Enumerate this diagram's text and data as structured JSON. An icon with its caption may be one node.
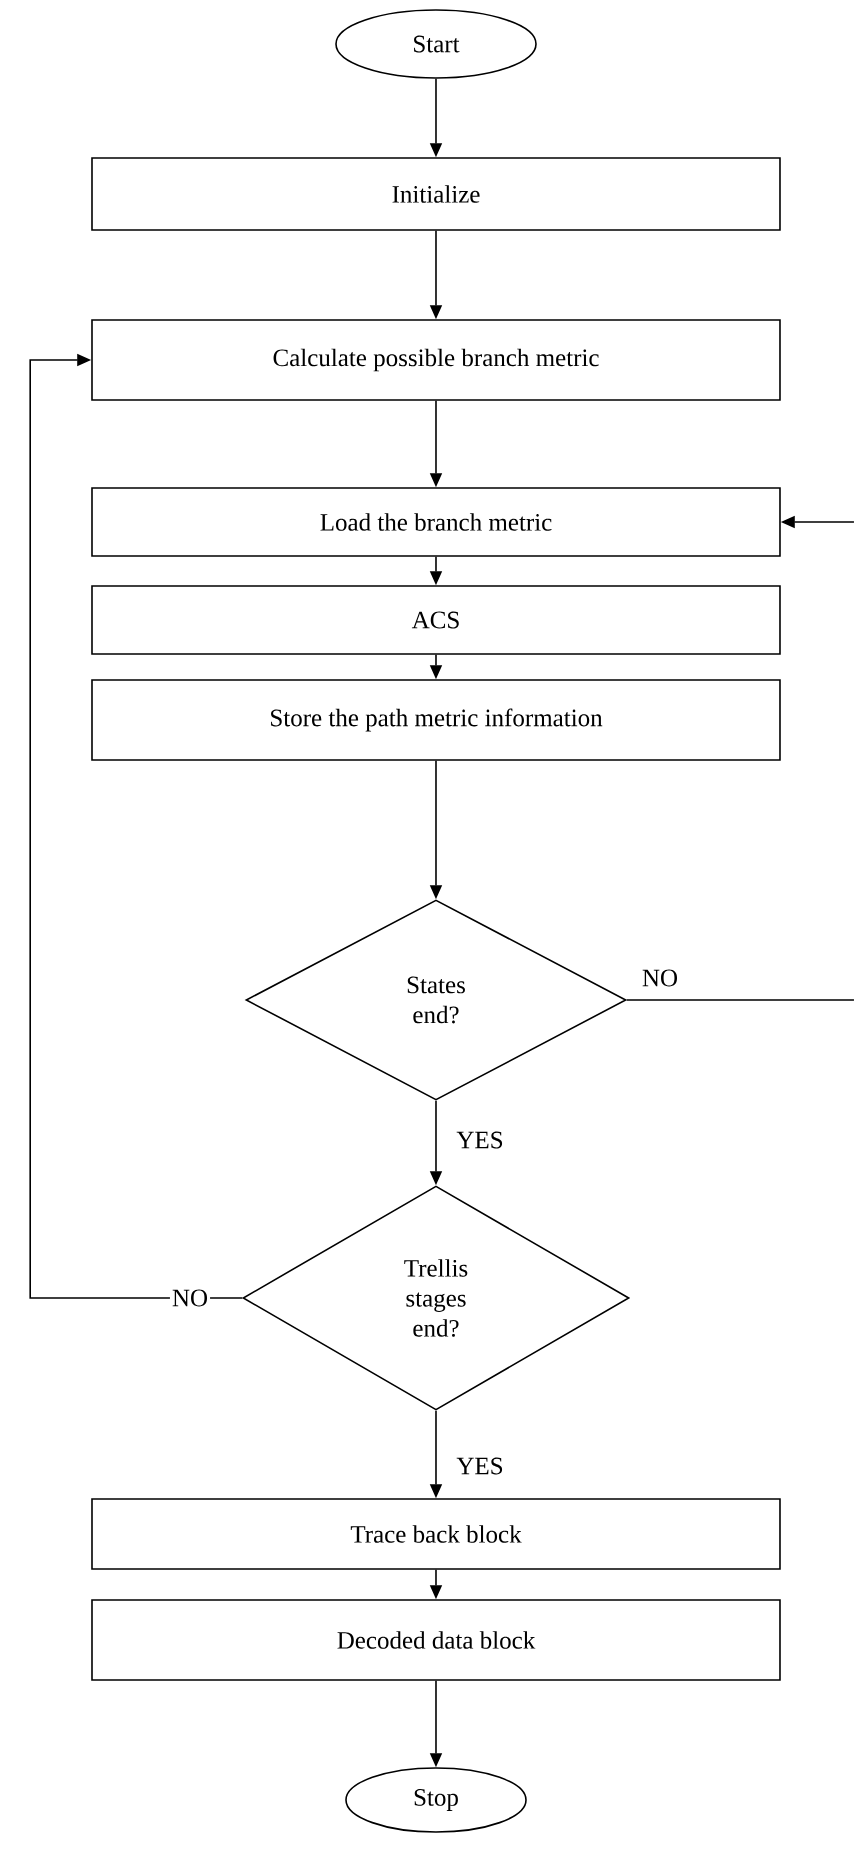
{
  "diagram": {
    "nodes": [
      {
        "text": [
          "Start"
        ]
      },
      {
        "text": [
          "Initialize"
        ]
      },
      {
        "text": [
          "Calculate possible branch metric"
        ]
      },
      {
        "text": [
          "Load the branch metric"
        ]
      },
      {
        "text": [
          "ACS"
        ]
      },
      {
        "text": [
          "Store the path metric information"
        ]
      },
      {
        "text": [
          "States end?"
        ]
      },
      {
        "text": [
          "Trellis stages end?"
        ]
      },
      {
        "text": [
          "Trace back block"
        ]
      },
      {
        "text": [
          "Decoded data block"
        ]
      },
      {
        "text": [
          "Stop"
        ]
      }
    ],
    "edges": [
      {
        "from": 0,
        "to": 1,
        "arrow": "to"
      },
      {
        "from": 1,
        "to": 2,
        "arrow": "to"
      },
      {
        "from": 2,
        "to": 3,
        "arrow": "to"
      },
      {
        "from": 3,
        "to": 4,
        "arrow": "to"
      },
      {
        "from": 4,
        "to": 5,
        "arrow": "to"
      },
      {
        "from": 5,
        "to": 6,
        "arrow": "to"
      },
      {
        "from": 6,
        "to": 7,
        "arrow": "to",
        "label": "YES"
      },
      {
        "from": 6,
        "to": 3,
        "arrow": "to",
        "label": "NO"
      },
      {
        "from": 7,
        "to": 2,
        "arrow": "to",
        "label": "NO"
      },
      {
        "from": 7,
        "to": 8,
        "arrow": "to",
        "label": "YES"
      },
      {
        "from": 8,
        "to": 9,
        "arrow": "to"
      },
      {
        "from": 9,
        "to": 10,
        "arrow": "to"
      }
    ]
  }
}
